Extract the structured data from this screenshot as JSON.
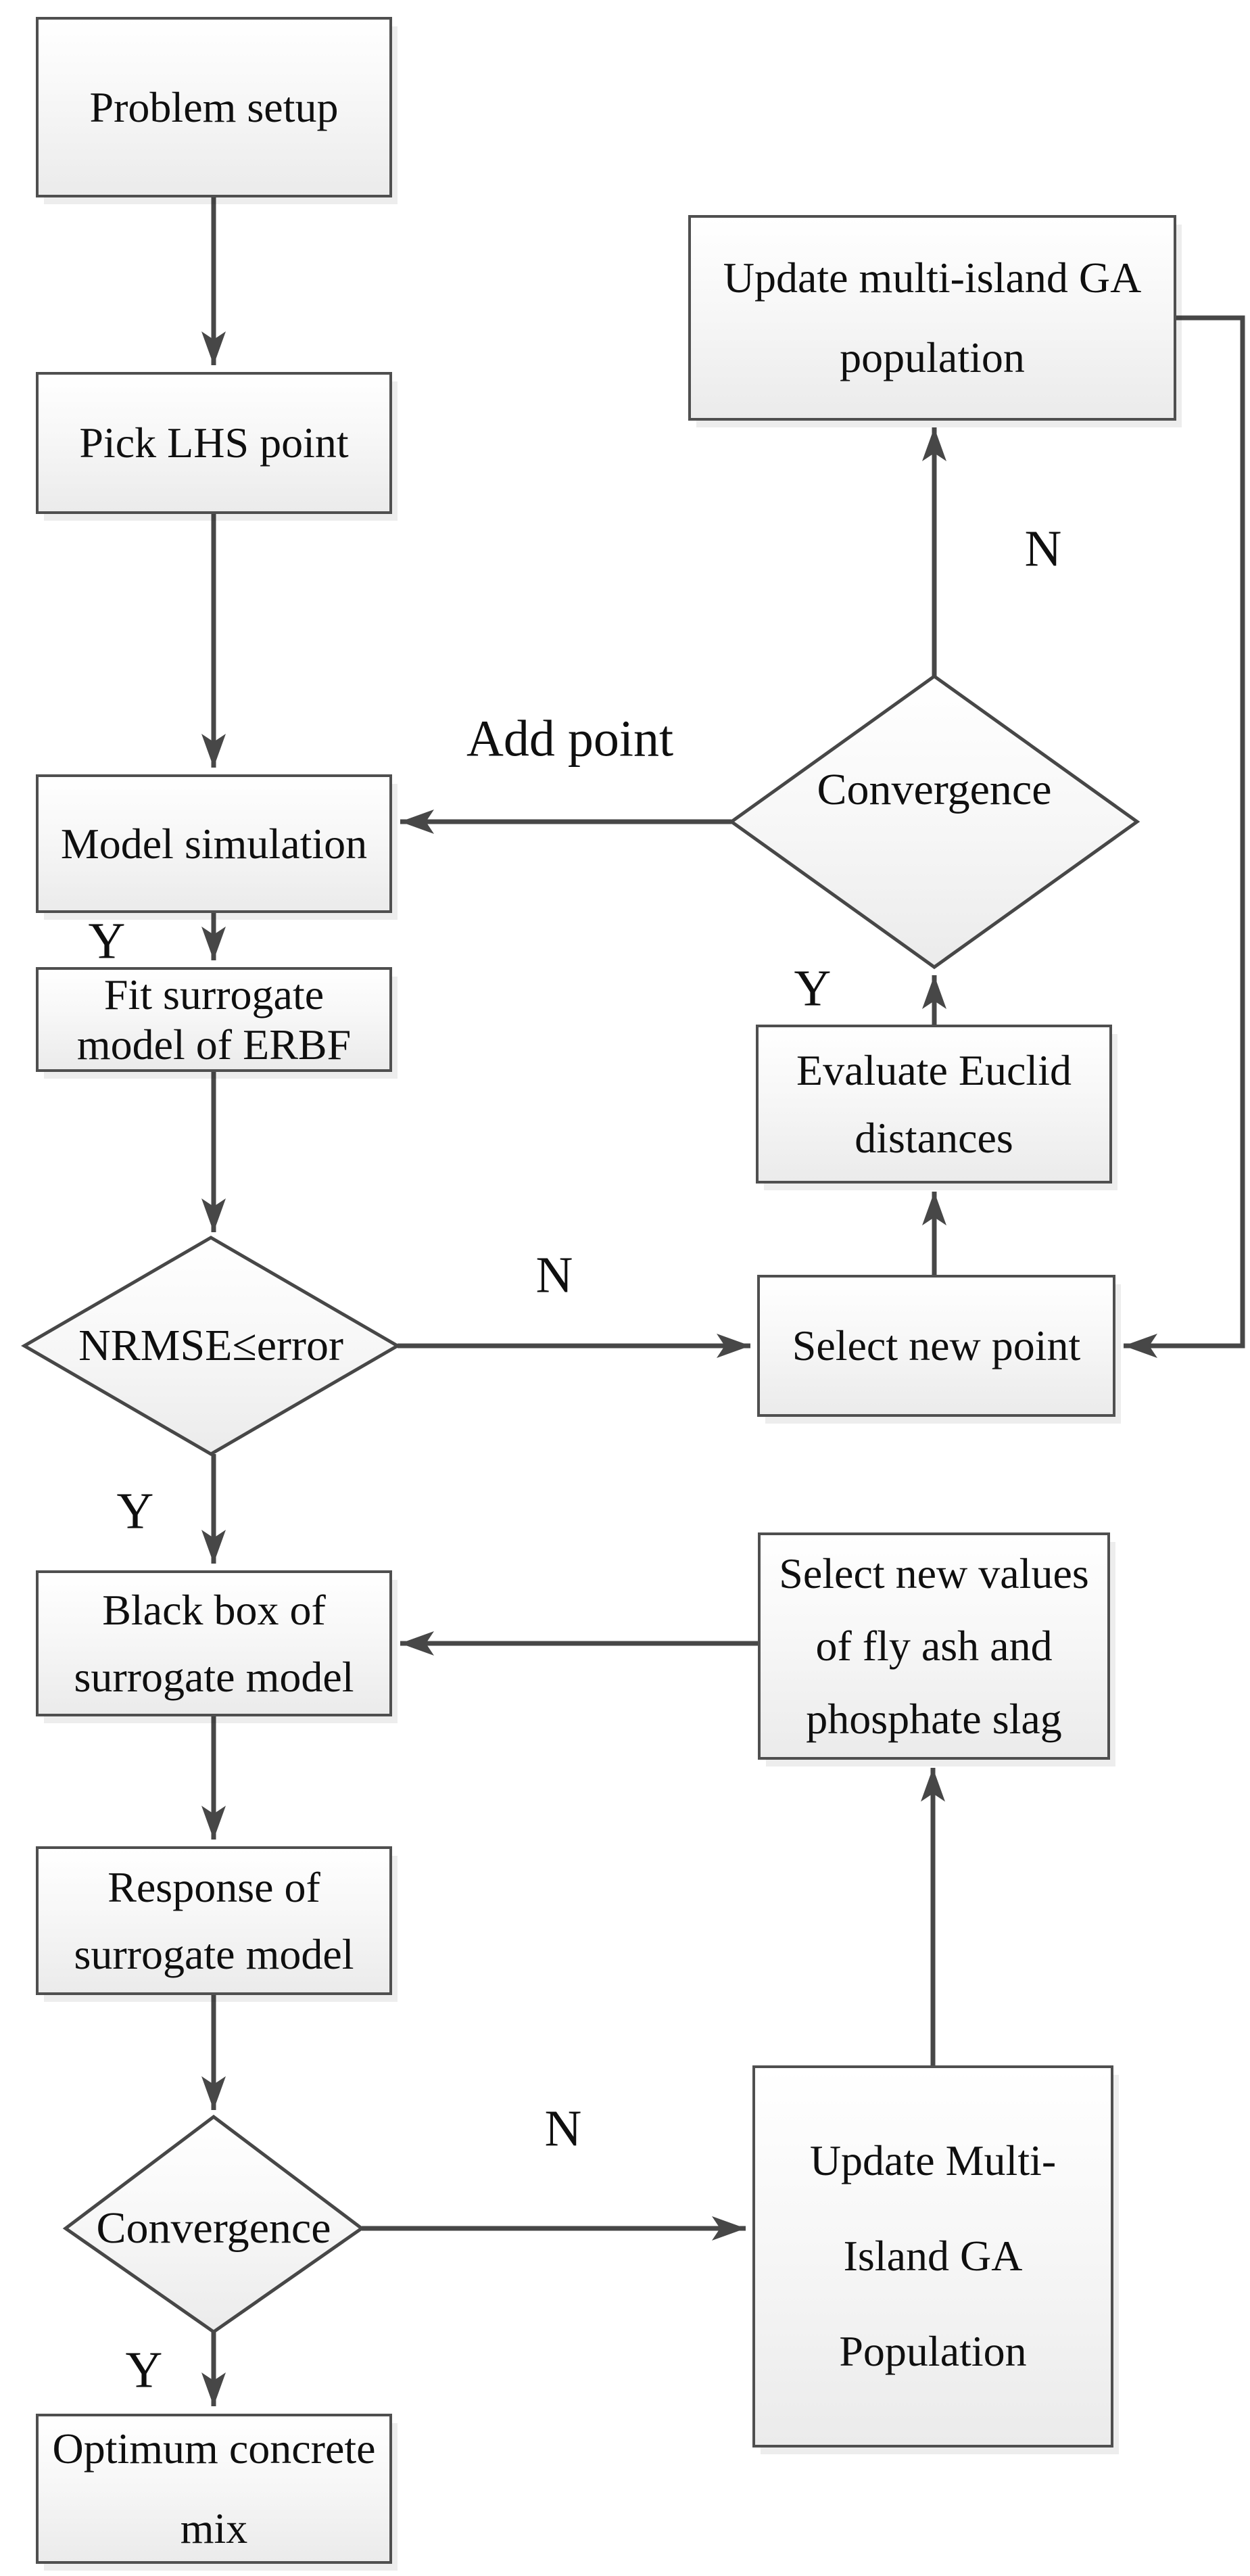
{
  "diagram": {
    "type": "flowchart",
    "description": "Surrogate-model based concrete mix optimization loop with multi-island GA"
  },
  "colors": {
    "ink": "#0f0f0f",
    "line": "#474747",
    "node_border": "#4f4f4f",
    "node_fill_top": "#ffffff",
    "node_fill_bottom": "#ebebeb"
  },
  "nodes": {
    "problem_setup": {
      "label": "Problem setup",
      "shape": "rect"
    },
    "pick_lhs": {
      "label": "Pick LHS point",
      "shape": "rect"
    },
    "model_sim": {
      "label": "Model simulation",
      "shape": "rect"
    },
    "fit_erbf": {
      "label": "Fit surrogate\nmodel of ERBF",
      "shape": "rect"
    },
    "nrmse": {
      "label": "NRMSE≤error",
      "shape": "diamond"
    },
    "black_box": {
      "label": "Black box of\nsurrogate model",
      "shape": "rect"
    },
    "response": {
      "label": "Response of\nsurrogate model",
      "shape": "rect"
    },
    "conv_lower": {
      "label": "Convergence",
      "shape": "diamond"
    },
    "optimum": {
      "label": "Optimum concrete\nmix",
      "shape": "rect"
    },
    "update_top": {
      "label": "Update multi-island GA\npopulation",
      "shape": "rect"
    },
    "conv_upper": {
      "label": "Convergence",
      "shape": "diamond"
    },
    "evaluate": {
      "label": "Evaluate Euclid\ndistances",
      "shape": "rect"
    },
    "select_point": {
      "label": "Select new point",
      "shape": "rect"
    },
    "select_values": {
      "label": "Select new values\nof fly ash and\nphosphate slag",
      "shape": "rect"
    },
    "update_bottom": {
      "label": "Update Multi-\nIsland GA\nPopulation",
      "shape": "rect"
    }
  },
  "edge_labels": {
    "add_point": "Add point",
    "n_conv_upper": "N",
    "y_conv_upper": "Y",
    "y_model": "Y",
    "n_nrmse": "N",
    "y_nrmse": "Y",
    "n_conv_lower": "N",
    "y_conv_lower": "Y"
  }
}
